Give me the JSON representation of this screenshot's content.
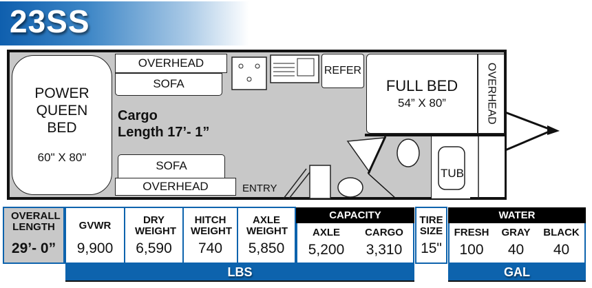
{
  "title": "23SS",
  "floorplan": {
    "rear_bed": {
      "label": "POWER QUEEN BED",
      "size": "60\" X 80\""
    },
    "overhead_top": "OVERHEAD",
    "sofa_top": "SOFA",
    "cargo": {
      "line1": "Cargo",
      "line2": "Length 17’- 1”"
    },
    "sofa_bottom": "SOFA",
    "overhead_bottom": "OVERHEAD",
    "entry": "ENTRY",
    "refer": "REFER",
    "front_bed": {
      "label": "FULL BED",
      "size": "54” X 80”"
    },
    "overhead_front": "OVERHEAD",
    "tub": "TUB"
  },
  "specs": {
    "overall_length": {
      "label": "OVERALL LENGTH",
      "value": "29’- 0”"
    },
    "gvwr": {
      "label": "GVWR",
      "value": "9,900"
    },
    "dry_weight": {
      "label": "DRY WEIGHT",
      "value": "6,590"
    },
    "hitch_weight": {
      "label": "HITCH WEIGHT",
      "value": "740"
    },
    "axle_weight": {
      "label": "AXLE WEIGHT",
      "value": "5,850"
    },
    "capacity": {
      "label": "CAPACITY",
      "axle": {
        "label": "AXLE",
        "value": "5,200"
      },
      "cargo": {
        "label": "CARGO",
        "value": "3,310"
      }
    },
    "tire_size": {
      "label": "TIRE SIZE",
      "value": "15\""
    },
    "water": {
      "label": "WATER",
      "fresh": {
        "label": "FRESH",
        "value": "100"
      },
      "gray": {
        "label": "GRAY",
        "value": "40"
      },
      "black": {
        "label": "BLACK",
        "value": "40"
      }
    },
    "lbs_unit": "LBS",
    "gal_unit": "GAL"
  },
  "colors": {
    "brand_blue": "#0d63ad",
    "floor_gray": "#c8c8c8"
  }
}
